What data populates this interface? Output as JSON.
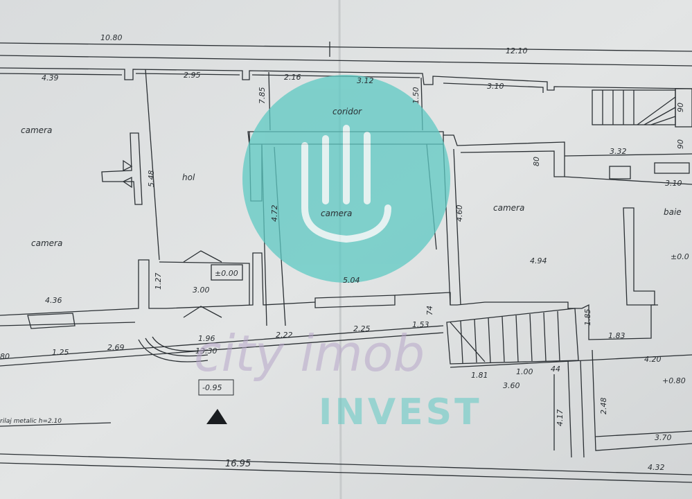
{
  "colors": {
    "paper": "#dcdfe0",
    "ink": "#2a2f33",
    "watermark_teal": "#5ec9c3",
    "watermark_purple": "#b7a6c9"
  },
  "rooms": {
    "camera_top_left": "camera",
    "camera_left": "camera",
    "hol": "hol",
    "coridor": "coridor",
    "camera_center": "camera",
    "camera_right": "camera",
    "baie": "baie"
  },
  "dimensions": {
    "d_10_80": "10.80",
    "d_12_10": "12.10",
    "d_4_39": "4.39",
    "d_2_95": "2.95",
    "d_2_16": "2.16",
    "d_3_12": "3.12",
    "d_3_10_top": "3.10",
    "d_7_85": "7.85",
    "d_1_50": "1.50",
    "d_90_a": "90",
    "d_90_b": "90",
    "d_3_32": "3.32",
    "d_3_10_right": "3.10",
    "d_80": "80",
    "d_5_48": "5.48",
    "d_4_72": "4.72",
    "d_4_60": "4.60",
    "d_4_94": "4.94",
    "d_5_04": "5.04",
    "d_1_27": "1.27",
    "d_3_00": "3.00",
    "d_4_36": "4.36",
    "d_74": "74",
    "d_1_85": "1.85",
    "d_1_83": "1.83",
    "d_80_left": "80",
    "d_1_25": "1.25",
    "d_2_69": "2.69",
    "d_1_96": "1.96",
    "d_13_30": "13.30",
    "d_2_22": "2.22",
    "d_2_25": "2.25",
    "d_1_53": "1.53",
    "d_4_20": "4.20",
    "d_1_81": "1.81",
    "d_1_00": "1.00",
    "d_44": "44",
    "d_3_60": "3.60",
    "d_4_17": "4.17",
    "d_2_48": "2.48",
    "d_3_70": "3.70",
    "d_16_95": "16.95",
    "d_4_32": "4.32"
  },
  "levels": {
    "hol": "±0.00",
    "right": "±0.0",
    "exterior": "-0.95",
    "right_lower": "+0.80"
  },
  "notes": {
    "railing": "rilaj metalic h=2.10"
  },
  "watermark": {
    "script": "city imob",
    "word": "INVEST"
  }
}
